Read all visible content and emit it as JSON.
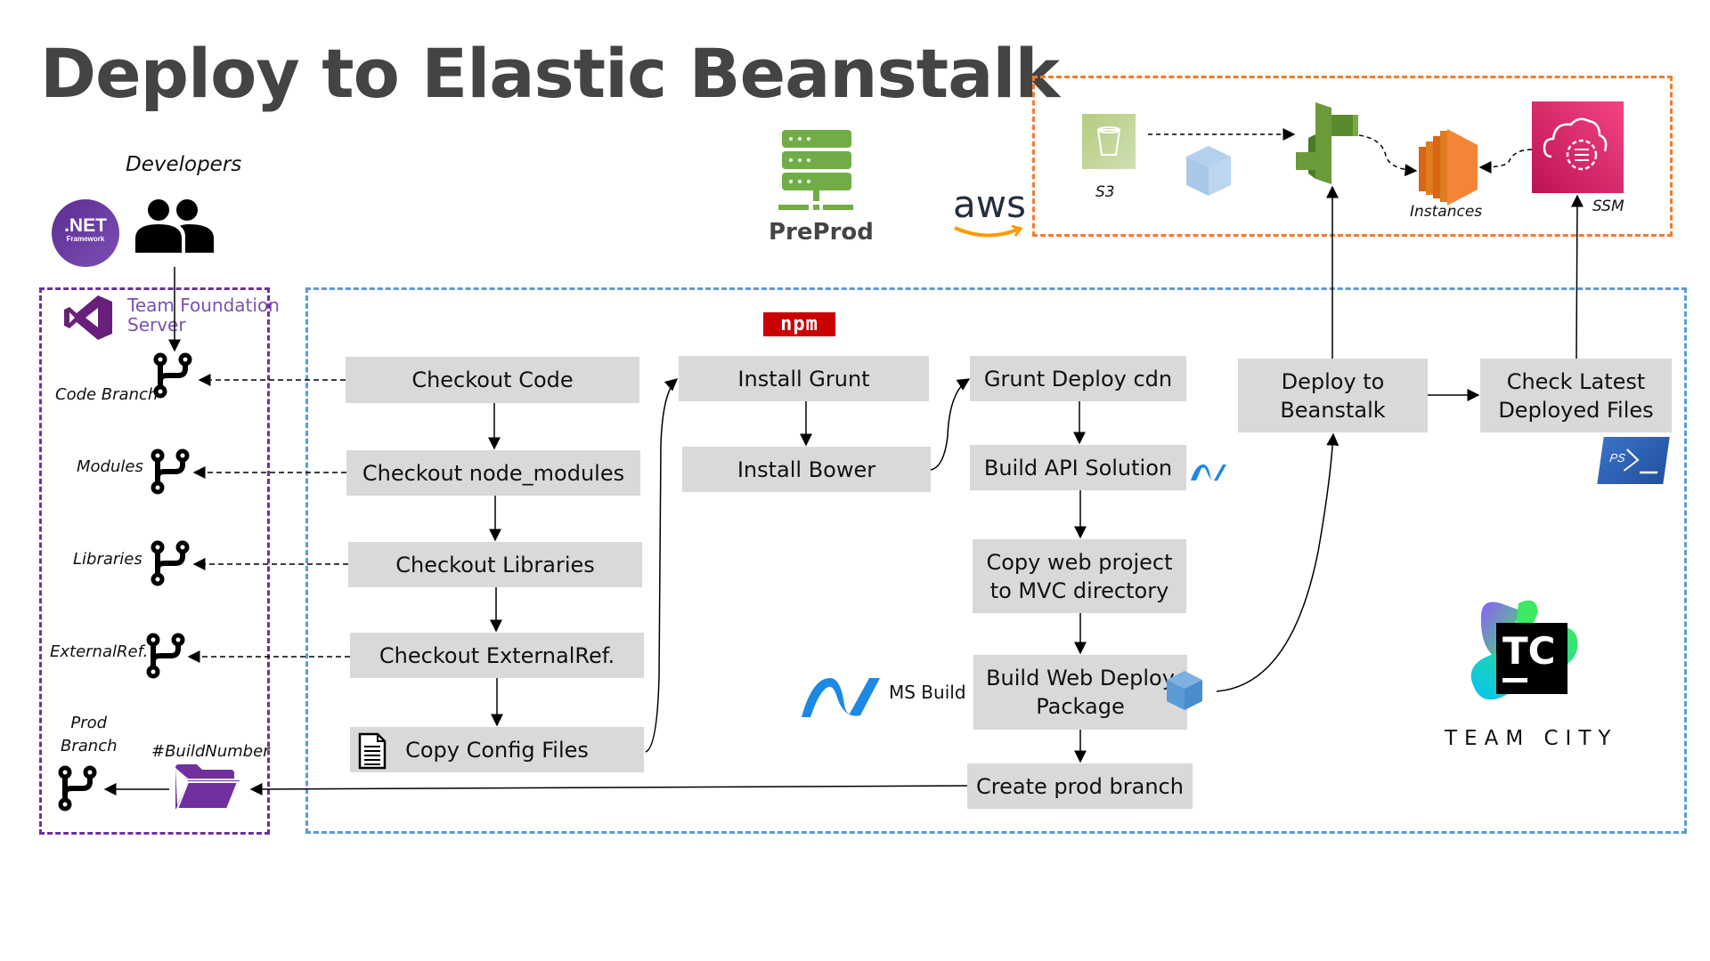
{
  "title": "Deploy to Elastic Beanstalk",
  "developers": {
    "label": "Developers",
    "dotnet_badge": ".NET",
    "dotnet_sub": "Framework"
  },
  "tfs": {
    "name_line1": "Team Foundation",
    "name_line2": "Server",
    "branches": [
      {
        "label": "Code Branch"
      },
      {
        "label": "Modules"
      },
      {
        "label": "Libraries"
      },
      {
        "label": "ExternalRef."
      }
    ],
    "prod_branch_line1": "Prod",
    "prod_branch_line2": "Branch",
    "build_number": "#BuildNumber"
  },
  "preprod": {
    "label": "PreProd"
  },
  "aws": {
    "logo": "aws",
    "s3_label": "S3",
    "instances_label": "Instances",
    "ssm_label": "SSM"
  },
  "npm_logo": "npm",
  "msbuild_label": "MS Build",
  "teamcity": {
    "label": "TEAM CITY",
    "badge": "TC"
  },
  "steps": {
    "checkout_code": "Checkout Code",
    "checkout_node_modules": "Checkout node_modules",
    "checkout_libraries": "Checkout Libraries",
    "checkout_externalref": "Checkout ExternalRef.",
    "copy_config_files": "Copy Config Files",
    "install_grunt": "Install Grunt",
    "install_bower": "Install Bower",
    "grunt_deploy_cdn": "Grunt Deploy cdn",
    "build_api_solution": "Build API Solution",
    "copy_web_project_l1": "Copy web project",
    "copy_web_project_l2": "to MVC directory",
    "build_web_deploy_l1": "Build Web Deploy",
    "build_web_deploy_l2": "Package",
    "create_prod_branch": "Create prod branch",
    "deploy_beanstalk_l1": "Deploy to",
    "deploy_beanstalk_l2": "Beanstalk",
    "check_latest_l1": "Check Latest",
    "check_latest_l2": "Deployed Files"
  },
  "powershell_badge": "PS",
  "colors": {
    "tfs_purple": "#7030a0",
    "teamcity_blue": "#5b9bd5",
    "aws_orange": "#ed7d31",
    "step_gray": "#d9d9d9",
    "preprod_green": "#70ad47",
    "npm_red": "#cb0000",
    "ssm_pink": "#d6246e"
  }
}
